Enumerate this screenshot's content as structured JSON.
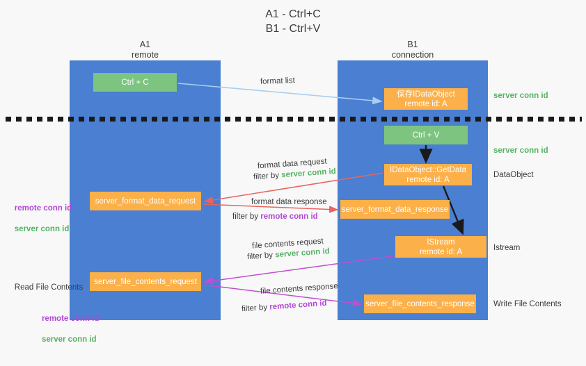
{
  "title": "A1 - Ctrl+C\nB1 - Ctrl+V",
  "columns": {
    "left": {
      "name": "A1",
      "role": "remote"
    },
    "right": {
      "name": "B1",
      "role": "connection"
    },
    "left_header": "A1\nremote",
    "right_header": "B1\nconnection"
  },
  "colors": {
    "lane": "#4a7fd2",
    "green_box": "#7cc47f",
    "orange_box": "#fbb04a",
    "server_conn_id": "#55b264",
    "remote_conn_id": "#b347d6",
    "arrow_red": "#e8655f",
    "arrow_magenta": "#c04fd0",
    "arrow_light_blue": "#a8cdf0",
    "arrow_black": "#1a1a1a",
    "dashed_line": "#1a1a1a"
  },
  "boxes": {
    "ctrl_c": "Ctrl + C",
    "save_idataobject": "保存IDataObject\nremote id: A",
    "ctrl_v": "Ctrl + V",
    "idataobject_getdata": "IDataObject::GetData\nremote id: A",
    "server_format_data_request": "server_format_data_request",
    "server_format_data_response": "server_format_data_response",
    "istream": "IStream\nremote id: A",
    "server_file_contents_request": "server_file_contents_request",
    "server_file_contents_response": "server_file_contents_response"
  },
  "side_notes": {
    "server_conn_id_top": "server conn id",
    "server_conn_id_mid": "server conn id",
    "dataobject": "DataObject",
    "istream": "Istream",
    "write_file_contents": "Write File Contents",
    "read_file_contents": "Read File Contents",
    "remote_conn_id": "remote conn id",
    "server_conn_id": "server conn id"
  },
  "arrow_labels": {
    "format_list": "format list",
    "format_data_request": "format data request",
    "filter_by": "filter by ",
    "format_data_response": "format data response",
    "file_contents_request": "file contents request",
    "file_contents_response": "file contents response",
    "server_conn_id": "server conn id",
    "remote_conn_id": "remote conn id"
  }
}
